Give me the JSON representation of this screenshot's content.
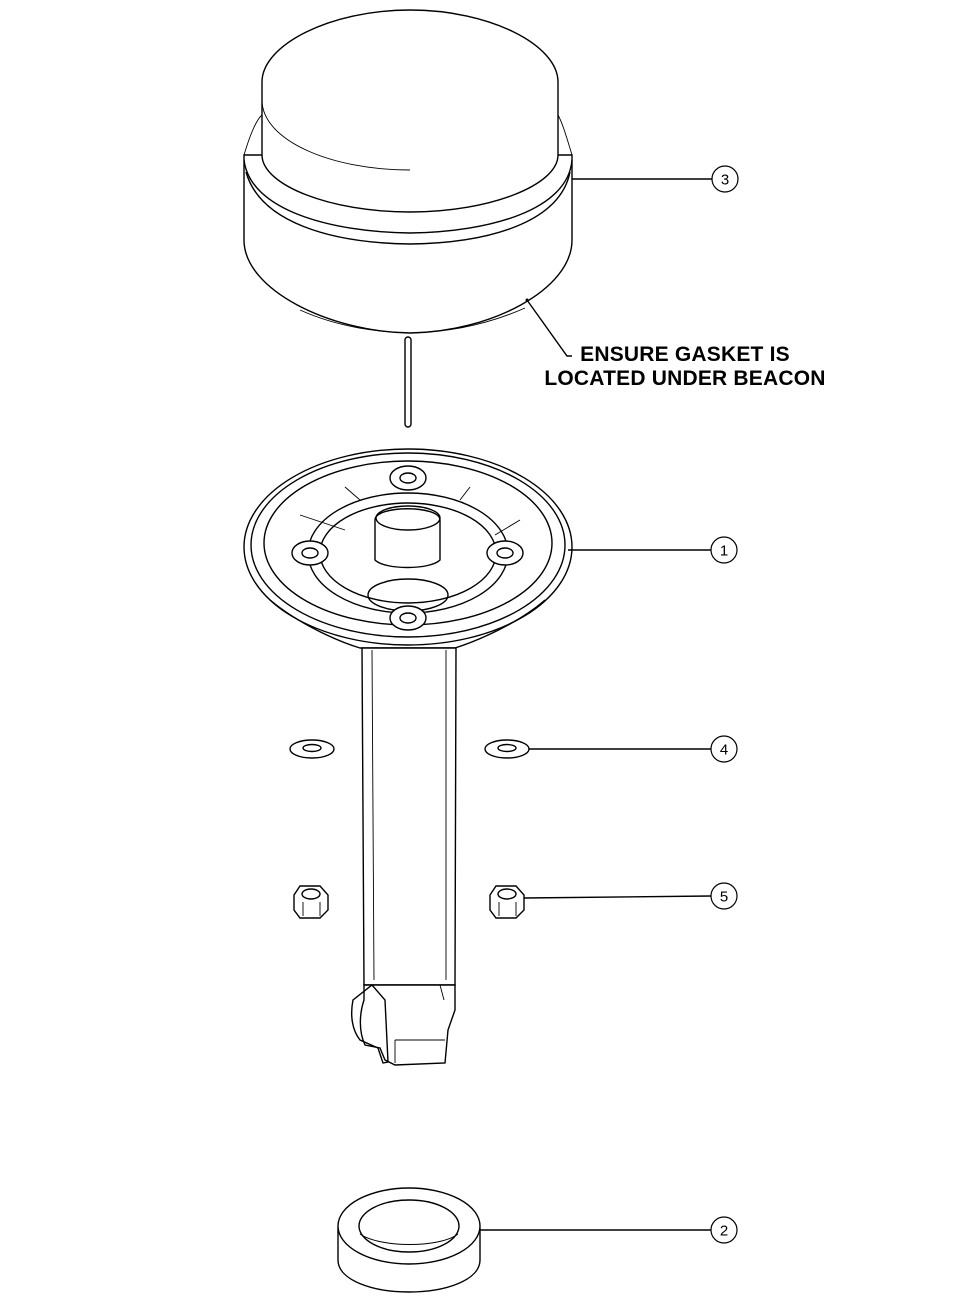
{
  "note": {
    "line1": "ENSURE GASKET IS",
    "line2": "LOCATED UNDER BEACON"
  },
  "balloons": [
    {
      "id": "3"
    },
    {
      "id": "1"
    },
    {
      "id": "4"
    },
    {
      "id": "5"
    },
    {
      "id": "2"
    }
  ],
  "colors": {
    "ink": "#000000",
    "paper": "#ffffff"
  }
}
